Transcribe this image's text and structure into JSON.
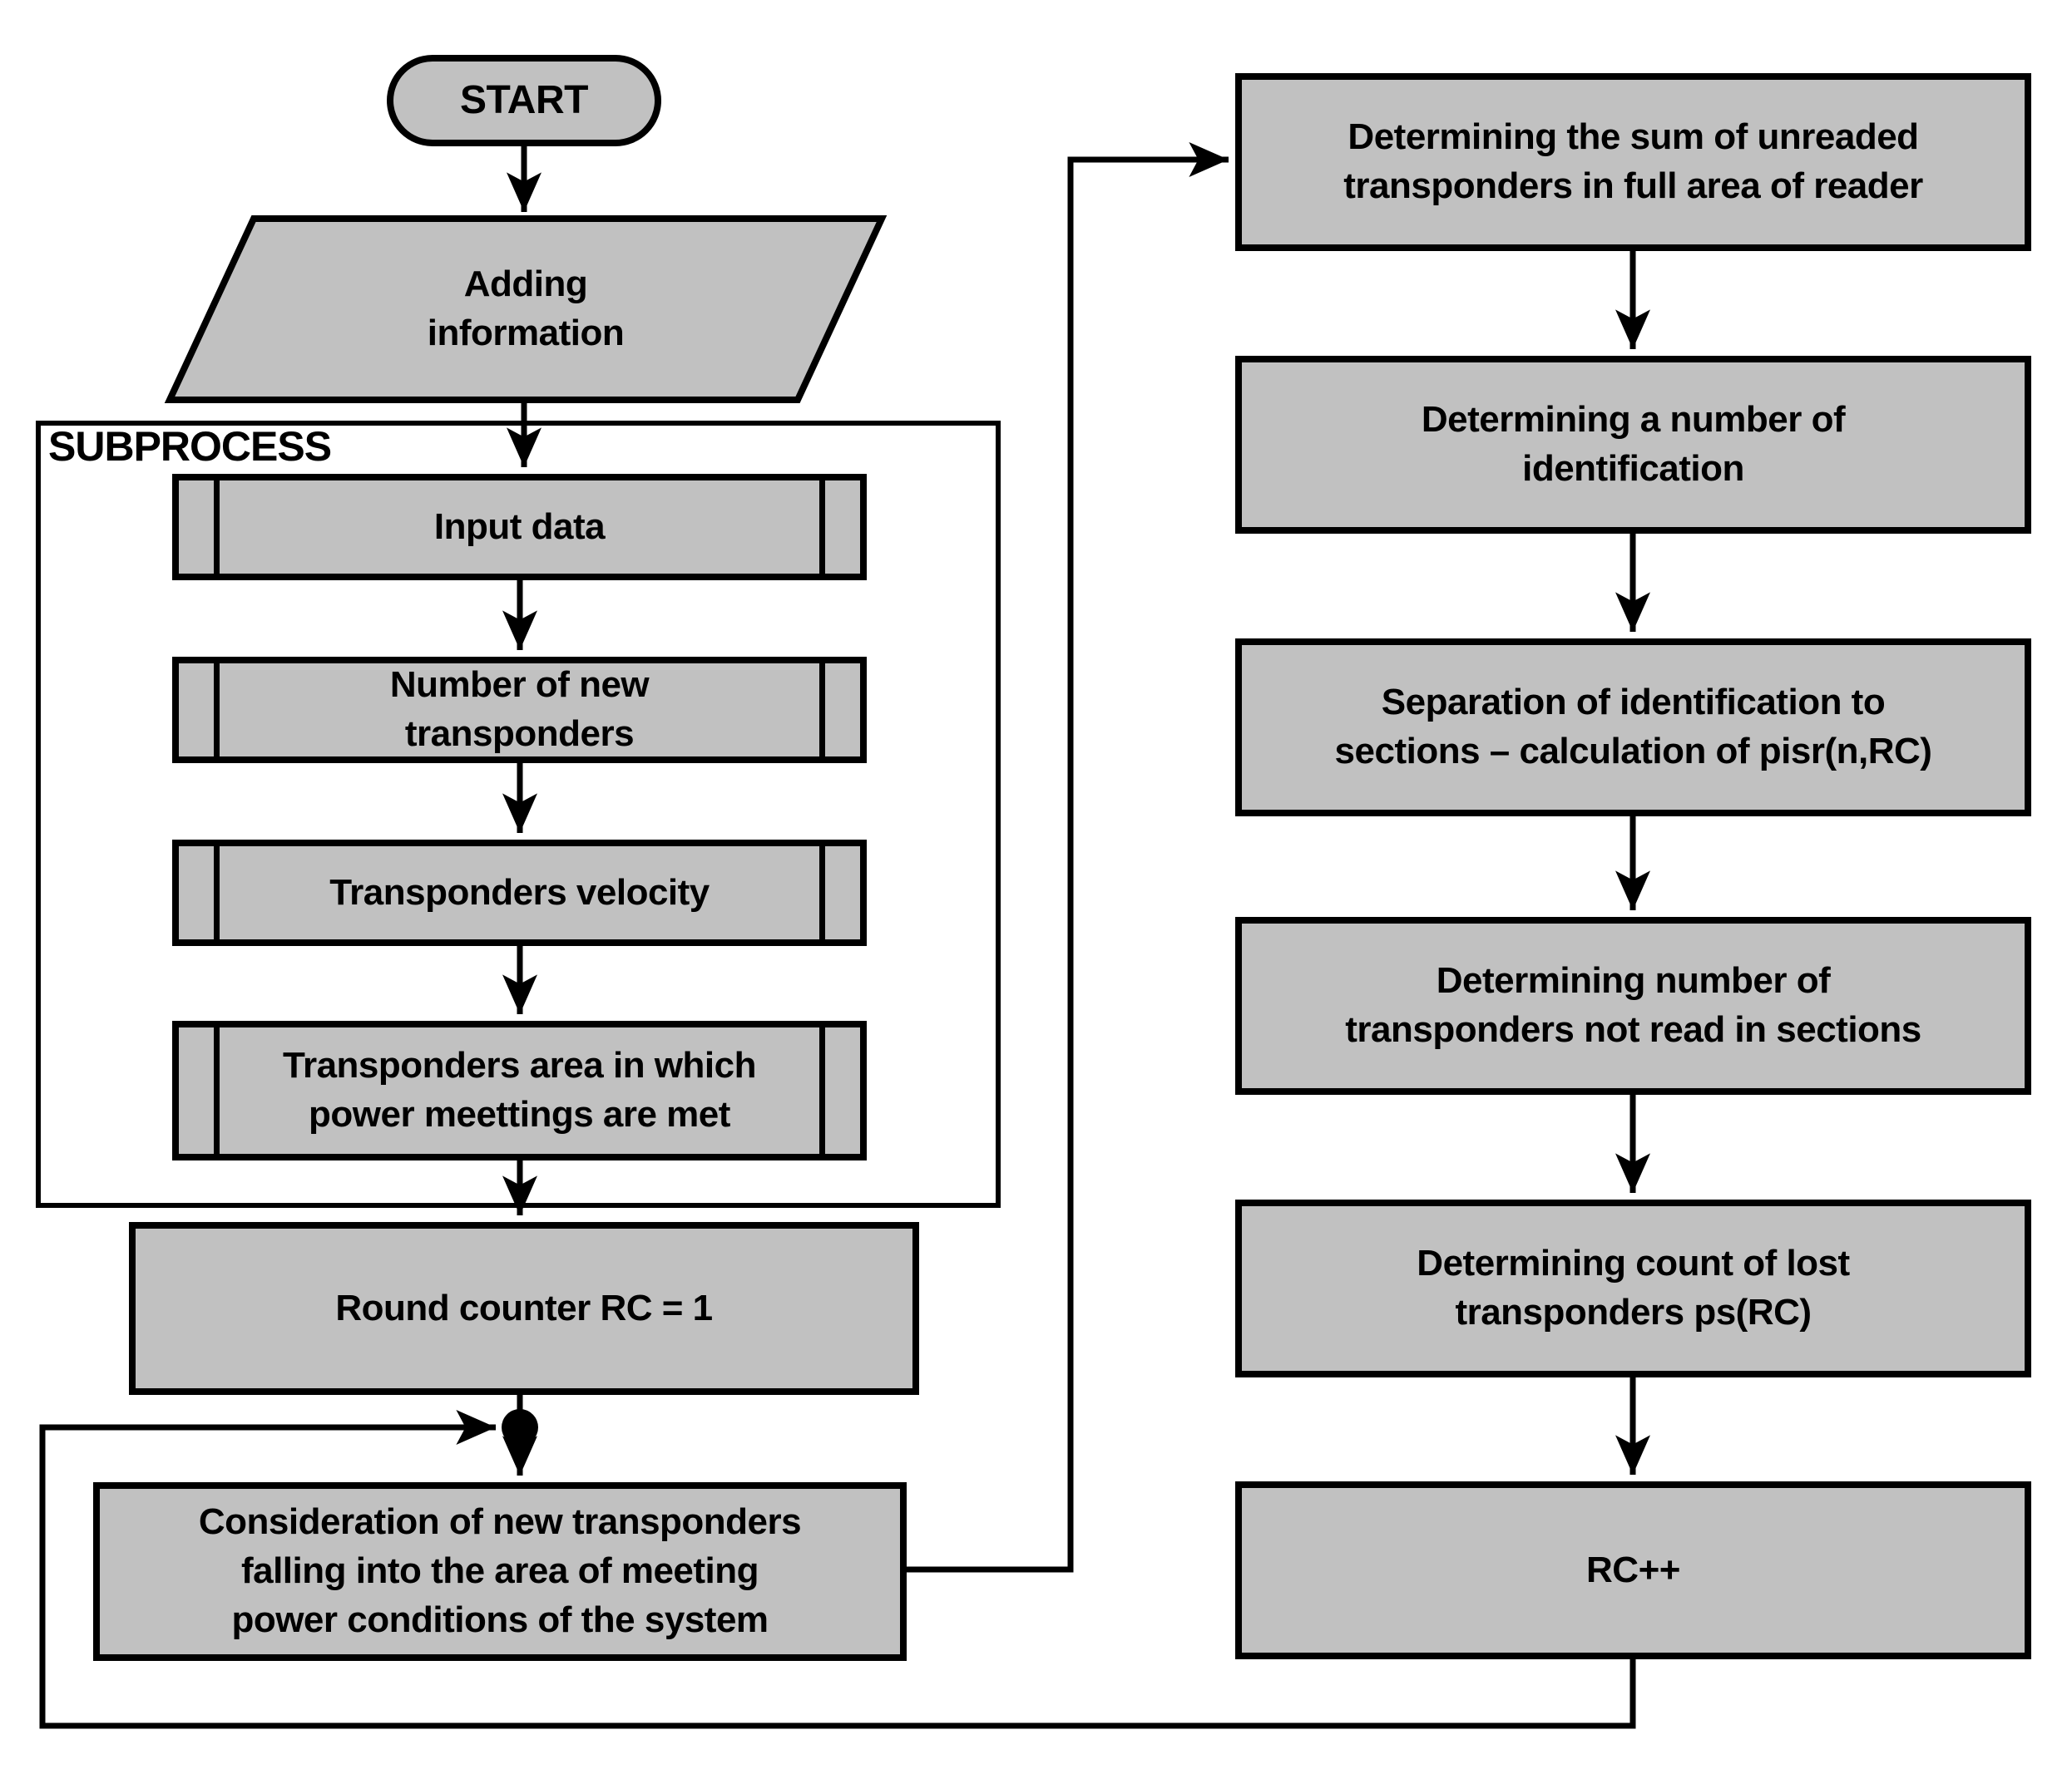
{
  "diagram": {
    "colors": {
      "shape_fill": "#c1c1c1",
      "line_color": "#000000",
      "background": "#ffffff"
    },
    "subprocess": {
      "label": "SUBPROCESS"
    },
    "nodes": {
      "start": {
        "label": "START",
        "shape": "terminator"
      },
      "adding_information": {
        "label": "Adding\ninformation",
        "shape": "parallelogram"
      },
      "input_data": {
        "label": "Input data",
        "shape": "predefined-process"
      },
      "number_of_new_transponders": {
        "label": "Number of new\ntransponders",
        "shape": "predefined-process"
      },
      "transponders_velocity": {
        "label": "Transponders velocity",
        "shape": "predefined-process"
      },
      "transponders_area": {
        "label": "Transponders area in which\npower meettings are met",
        "shape": "predefined-process"
      },
      "round_counter": {
        "label": "Round counter RC = 1",
        "shape": "process"
      },
      "consideration": {
        "label": "Consideration of new transponders\nfalling into the area of meeting\npower conditions of the system",
        "shape": "process"
      },
      "determining_sum": {
        "label": "Determining the sum of unreaded\ntransponders in full area of reader",
        "shape": "process"
      },
      "determining_number": {
        "label": "Determining a number of\nidentification",
        "shape": "process"
      },
      "separation": {
        "label": "Separation of identification to\nsections – calculation of pisr(n,RC)",
        "shape": "process"
      },
      "determining_not_read": {
        "label": "Determining number of\ntransponders not read in sections",
        "shape": "process"
      },
      "determining_lost": {
        "label": "Determining count of lost\ntransponders ps(RC)",
        "shape": "process"
      },
      "rc_increment": {
        "label": "RC++",
        "shape": "process"
      }
    }
  }
}
